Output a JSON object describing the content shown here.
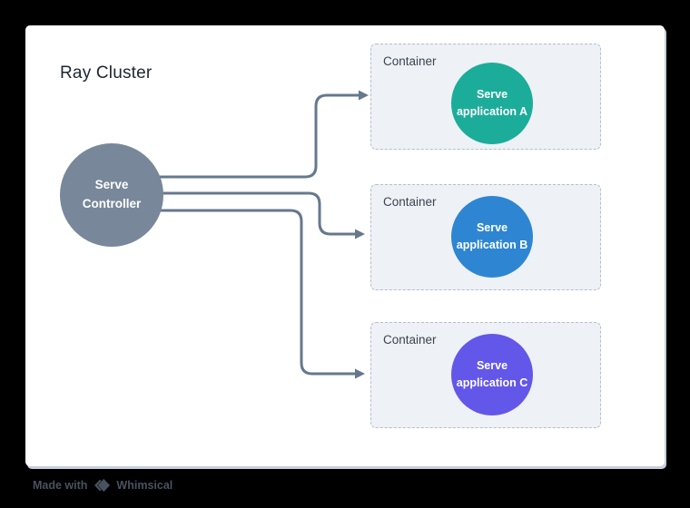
{
  "page": {
    "background_color": "#000000",
    "card_background_color": "#ffffff"
  },
  "header": {
    "title": "Ray Cluster"
  },
  "diagram": {
    "controller": {
      "label": "Serve Controller",
      "color": "#78889a",
      "text_color": "#ffffff"
    },
    "containers": [
      {
        "label": "Container",
        "app": {
          "label": "Serve application A",
          "color": "#1bad9a"
        }
      },
      {
        "label": "Container",
        "app": {
          "label": "Serve application B",
          "color": "#2e86d2"
        }
      },
      {
        "label": "Container",
        "app": {
          "label": "Serve application C",
          "color": "#6357e9"
        }
      }
    ],
    "container_background_color": "#eef1f5",
    "container_border_color": "#b4bfce",
    "arrow_color": "#66788c"
  },
  "footer": {
    "made_with_label": "Made with",
    "brand_label": "Whimsical",
    "logo_icon": "whimsical-diamond-icon"
  }
}
